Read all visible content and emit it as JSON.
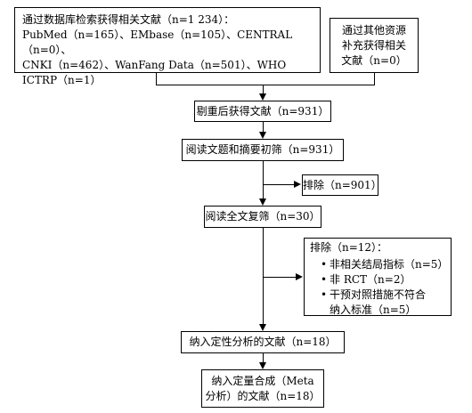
{
  "database_box": {
    "line1": "通过数据库检索获得相关文献（n=1 234）：",
    "line2": "PubMed（n=165）、EMbase（n=105）、CENTRAL（n=0）、",
    "line3": "CNKI（n=462）、WanFang Data（n=501）、WHO",
    "line4": "ICTRP（n=1）"
  },
  "other_box": {
    "line1": "通过其他资源",
    "line2": "补充获得相关",
    "line3": "文献（n=0）"
  },
  "dedup_box": {
    "text": "剔重后获得文献（n=931）"
  },
  "screen_box": {
    "text": "阅读文题和摘要初筛（n=931）"
  },
  "exclude1_box": {
    "text": "排除（n=901）"
  },
  "fulltext_box": {
    "text": "阅读全文复筛（n=30）"
  },
  "exclude2_box": {
    "title": "排除（n=12）：",
    "items": [
      "非相关结局指标（n=5）",
      "非 RCT（n=2）",
      "干预对照措施不符合",
      "纳入标准（n=5）"
    ]
  },
  "qualitative_box": {
    "text": "纳入定性分析的文献（n=18）"
  },
  "quantitative_box": {
    "line1": "纳入定量合成（Meta",
    "line2": "分析）的文献（n=18）"
  }
}
